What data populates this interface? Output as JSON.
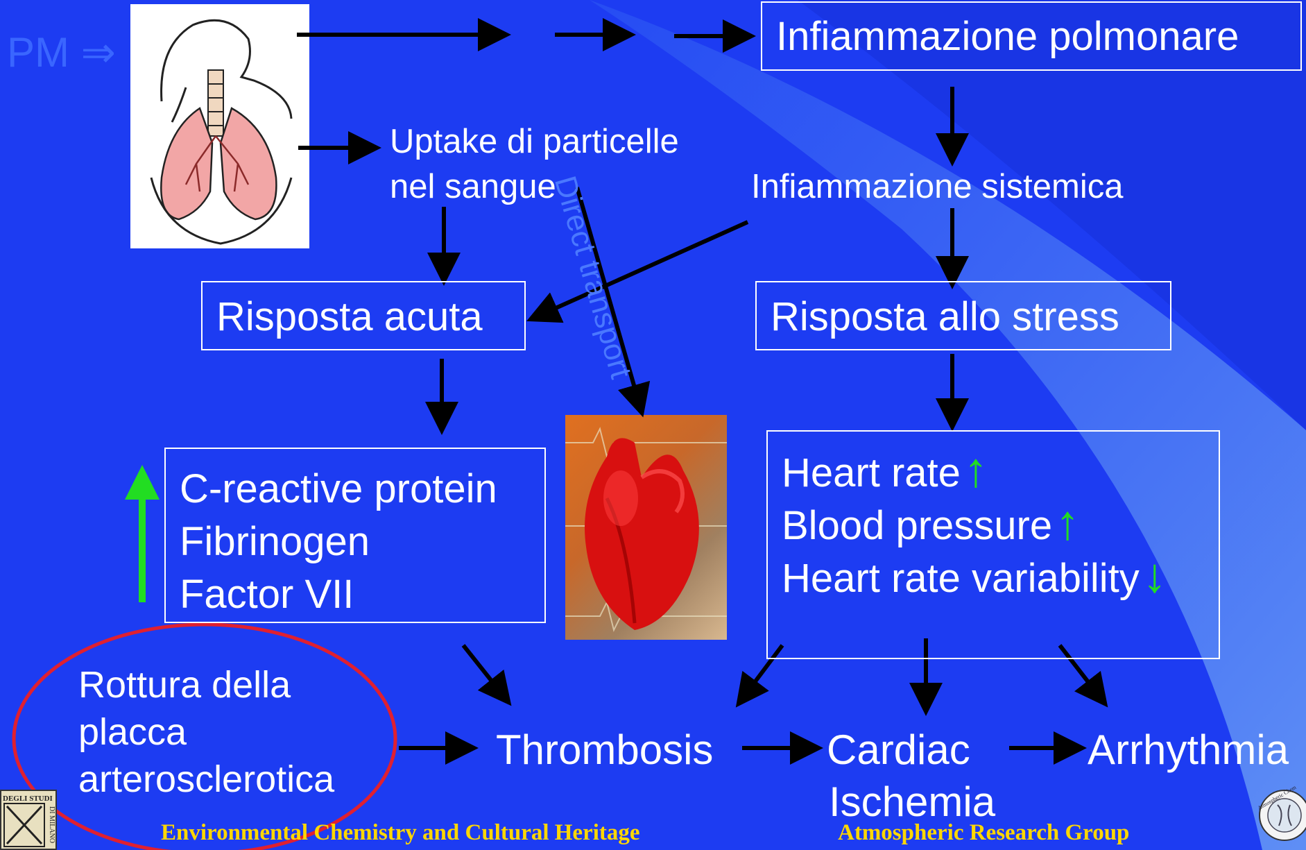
{
  "input_label": "PM ⇒",
  "nodes": {
    "infiammazione_polmonare": "Infiammazione polmonare",
    "uptake_line1": "Uptake di particelle",
    "uptake_line2": "nel sangue",
    "infiammazione_sistemica": "Infiammazione sistemica",
    "direct_transport": "Direct transport",
    "risposta_acuta": "Risposta acuta",
    "risposta_stress": "Risposta allo stress",
    "factors": [
      "C-reactive protein",
      "Fibrinogen",
      "Factor VII"
    ],
    "stress_effects": [
      {
        "label": "Heart rate",
        "trend": "up"
      },
      {
        "label": "Blood pressure",
        "trend": "up"
      },
      {
        "label": "Heart rate variability",
        "trend": "down"
      }
    ],
    "rottura_lines": [
      "Rottura della",
      "placca",
      "arterosclerotica"
    ],
    "thrombosis": "Thrombosis",
    "cardiac": "Cardiac",
    "ischemia": "Ischemia",
    "arrhythmia": "Arrhythmia"
  },
  "footer": {
    "left": "Environmental Chemistry and Cultural Heritage",
    "right": "Atmospheric Research Group",
    "logo_left_text": "DEGLI STUDI DI MILANO",
    "logo_right_text": "Atmospheric Chemistry"
  },
  "icons": {
    "lungs": "lungs-illustration",
    "heart": "heart-illustration"
  },
  "colors": {
    "background": "#1d3cf2",
    "text": "#ffffff",
    "arrows": "#000000",
    "trend_arrows": "#22dd22",
    "ellipse": "#e02030",
    "footer": "#ffd700",
    "input_label": "#3a66ff"
  }
}
